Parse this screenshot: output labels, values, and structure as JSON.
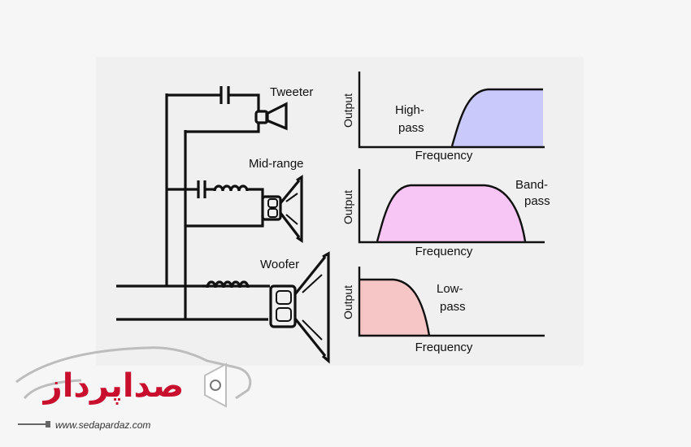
{
  "crossover": {
    "tweeter_label": "Tweeter",
    "midrange_label": "Mid-range",
    "woofer_label": "Woofer"
  },
  "charts": [
    {
      "id": "high",
      "ylabel": "Output",
      "xlabel": "Frequency",
      "annotation": [
        "High-",
        "pass"
      ],
      "fill": "#c9c9fb"
    },
    {
      "id": "band",
      "ylabel": "Output",
      "xlabel": "Frequency",
      "annotation": [
        "Band-",
        "pass"
      ],
      "fill": "#f7c6f4"
    },
    {
      "id": "low",
      "ylabel": "Output",
      "xlabel": "Frequency",
      "annotation": [
        "Low-",
        "pass"
      ],
      "fill": "#f6c6c6"
    }
  ],
  "watermark": {
    "logo_text": "صداپرداز",
    "url": "www.sedapardaz.com",
    "colors": {
      "logo": "#c8102e",
      "car": "#bdbdbd"
    }
  }
}
